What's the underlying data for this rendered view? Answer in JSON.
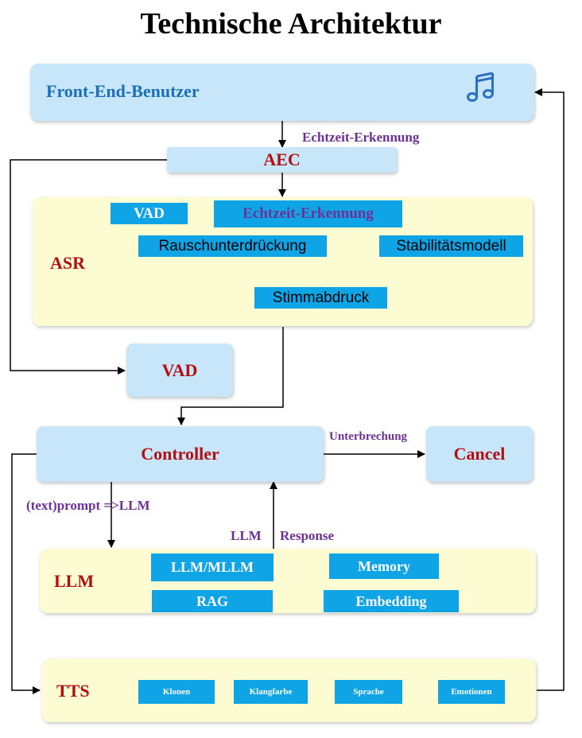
{
  "title": "Technische Architektur",
  "frontend": {
    "label": "Front-End-Benutzer",
    "icon": "music-note-icon"
  },
  "labels": {
    "echtzeit_top": "Echtzeit-Erkennung",
    "unterbrechung": "Unterbrechung",
    "prompt": "(text)prompt =>LLM",
    "llm_response_1": "LLM",
    "llm_response_2": "Response"
  },
  "aec": {
    "label": "AEC"
  },
  "asr": {
    "label": "ASR",
    "vad": "VAD",
    "echtzeit": "Echtzeit-Erkennung",
    "rausch": "Rauschunterdrückung",
    "stabil": "Stabilitätsmodell",
    "stimm": "Stimmabdruck"
  },
  "vad": {
    "label": "VAD"
  },
  "controller": {
    "label": "Controller"
  },
  "cancel": {
    "label": "Cancel"
  },
  "llm": {
    "label": "LLM",
    "mllm": "LLM/MLLM",
    "memory": "Memory",
    "rag": "RAG",
    "embedding": "Embedding"
  },
  "tts": {
    "label": "TTS",
    "items": [
      "Klonen",
      "Klangfarbe",
      "Sprache",
      "Emotionen"
    ]
  },
  "colors": {
    "panel_blue": "#c8e6fa",
    "panel_yellow": "#fdfbd2",
    "chip_blue": "#0fa4e6",
    "red": "#b30f12",
    "purple": "#6e3096",
    "heading_blue": "#1a6fb8"
  }
}
